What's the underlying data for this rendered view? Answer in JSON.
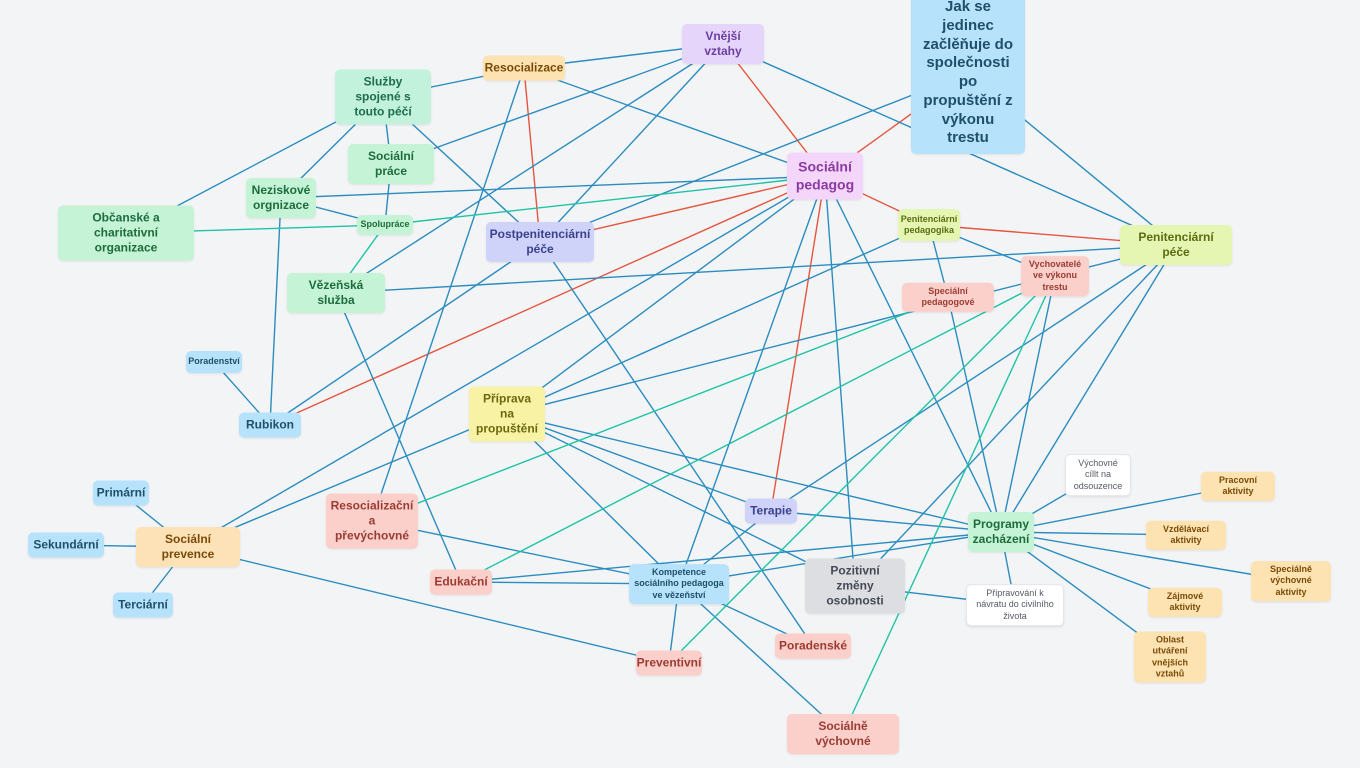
{
  "colors": {
    "edge_blue": "#2b8cbf",
    "edge_red": "#e5553f",
    "edge_teal": "#1fc3a5"
  },
  "nodes": [
    {
      "id": "jak",
      "label": "Jak se jedinec začlěňuje do společnosti po propuštění z výkonu trestu",
      "cls": "c-blue"
    },
    {
      "id": "soc_ped",
      "label": "Sociální pedagog",
      "cls": "c-pink"
    },
    {
      "id": "vnejsi",
      "label": "Vnější vztahy",
      "cls": "c-purple"
    },
    {
      "id": "resoc",
      "label": "Resocializace",
      "cls": "c-orange"
    },
    {
      "id": "sluzby",
      "label": "Služby spojené s touto péčí",
      "cls": "c-mint"
    },
    {
      "id": "soc_prace",
      "label": "Sociální práce",
      "cls": "c-green"
    },
    {
      "id": "nezisk",
      "label": "Neziskové orgnizace",
      "cls": "c-green"
    },
    {
      "id": "spoluprace",
      "label": "Spolupráce",
      "cls": "c-green"
    },
    {
      "id": "obcanske",
      "label": "Občanské a charitativní organizace",
      "cls": "c-green"
    },
    {
      "id": "postpen",
      "label": "Postpenitenciární péče",
      "cls": "c-lav"
    },
    {
      "id": "vezenska",
      "label": "Vězeňská služba",
      "cls": "c-green"
    },
    {
      "id": "pen_ped",
      "label": "Penitenciární pedagogika",
      "cls": "c-lime"
    },
    {
      "id": "pen_pece",
      "label": "Penitenciární péče",
      "cls": "c-lime"
    },
    {
      "id": "vychovatele",
      "label": "Vychovatelé ve výkonu trestu",
      "cls": "c-salmon"
    },
    {
      "id": "spec_ped",
      "label": "Speciální pedagogové",
      "cls": "c-salmon"
    },
    {
      "id": "poradenstvi",
      "label": "Poradenství",
      "cls": "c-blue"
    },
    {
      "id": "rubikon",
      "label": "Rubikon",
      "cls": "c-blue"
    },
    {
      "id": "priprava",
      "label": "Příprava na propuštění",
      "cls": "c-yellow"
    },
    {
      "id": "primarni",
      "label": "Primární",
      "cls": "c-blue"
    },
    {
      "id": "sekundarni",
      "label": "Sekundární",
      "cls": "c-blue"
    },
    {
      "id": "terciarni",
      "label": "Terciární",
      "cls": "c-blue"
    },
    {
      "id": "soc_prev",
      "label": "Sociální prevence",
      "cls": "c-peach"
    },
    {
      "id": "resoc_prev",
      "label": "Resocializační a převýchovné",
      "cls": "c-salmon"
    },
    {
      "id": "edukacni",
      "label": "Edukační",
      "cls": "c-salmon"
    },
    {
      "id": "terapie",
      "label": "Terapie",
      "cls": "c-lav"
    },
    {
      "id": "kompetence",
      "label": "Kompetence sociálního pedagoga ve vězeňství",
      "cls": "c-blue"
    },
    {
      "id": "pozitivni",
      "label": "Pozitivní změny osobnosti",
      "cls": "c-grey"
    },
    {
      "id": "poradenske",
      "label": "Poradenské",
      "cls": "c-salmon"
    },
    {
      "id": "preventivni",
      "label": "Preventivní",
      "cls": "c-salmon"
    },
    {
      "id": "soc_vych",
      "label": "Sociálně výchovné",
      "cls": "c-salmon"
    },
    {
      "id": "programy",
      "label": "Programy zacházení",
      "cls": "c-green"
    },
    {
      "id": "vych_cile",
      "label": "Výchovné cíllt na odsouzence",
      "cls": "c-white"
    },
    {
      "id": "pripravovani",
      "label": "Připravování k návratu do civilního života",
      "cls": "c-white"
    },
    {
      "id": "pracovni",
      "label": "Pracovní aktivity",
      "cls": "c-orange"
    },
    {
      "id": "vzdelavaci",
      "label": "Vzdělávací aktivity",
      "cls": "c-orange"
    },
    {
      "id": "specialne",
      "label": "Speciálně výchovné aktivity",
      "cls": "c-orange"
    },
    {
      "id": "zajmove",
      "label": "Zájmové aktivity",
      "cls": "c-orange"
    },
    {
      "id": "oblast",
      "label": "Oblast utváření vnějších vztahů",
      "cls": "c-orange"
    }
  ],
  "edges": [
    {
      "from": "jak",
      "to": "soc_ped",
      "color": "red"
    },
    {
      "from": "soc_ped",
      "to": "vnejsi",
      "color": "red"
    },
    {
      "from": "soc_ped",
      "to": "pen_ped",
      "color": "red"
    },
    {
      "from": "soc_ped",
      "to": "postpen",
      "color": "red"
    },
    {
      "from": "soc_ped",
      "to": "rubikon",
      "color": "red"
    },
    {
      "from": "soc_ped",
      "to": "terapie",
      "color": "red"
    },
    {
      "from": "resoc",
      "to": "postpen",
      "color": "red"
    },
    {
      "from": "pen_ped",
      "to": "pen_pece",
      "color": "red"
    },
    {
      "from": "jak",
      "to": "postpen",
      "color": "blue"
    },
    {
      "from": "jak",
      "to": "pen_pece",
      "color": "blue"
    },
    {
      "from": "vnejsi",
      "to": "resoc",
      "color": "blue"
    },
    {
      "from": "vnejsi",
      "to": "soc_prace",
      "color": "blue"
    },
    {
      "from": "vnejsi",
      "to": "postpen",
      "color": "blue"
    },
    {
      "from": "vnejsi",
      "to": "vezenska",
      "color": "blue"
    },
    {
      "from": "vnejsi",
      "to": "pen_pece",
      "color": "blue"
    },
    {
      "from": "resoc",
      "to": "sluzby",
      "color": "blue"
    },
    {
      "from": "resoc",
      "to": "soc_ped",
      "color": "blue"
    },
    {
      "from": "resoc",
      "to": "resoc_prev",
      "color": "blue"
    },
    {
      "from": "sluzby",
      "to": "obcanske",
      "color": "blue"
    },
    {
      "from": "sluzby",
      "to": "nezisk",
      "color": "blue"
    },
    {
      "from": "sluzby",
      "to": "soc_prace",
      "color": "blue"
    },
    {
      "from": "sluzby",
      "to": "postpen",
      "color": "blue"
    },
    {
      "from": "soc_prace",
      "to": "spoluprace",
      "color": "blue"
    },
    {
      "from": "nezisk",
      "to": "spoluprace",
      "color": "blue"
    },
    {
      "from": "nezisk",
      "to": "rubikon",
      "color": "blue"
    },
    {
      "from": "nezisk",
      "to": "soc_ped",
      "color": "blue"
    },
    {
      "from": "vezenska",
      "to": "pen_pece",
      "color": "blue"
    },
    {
      "from": "vezenska",
      "to": "edukacni",
      "color": "blue"
    },
    {
      "from": "postpen",
      "to": "poradenske",
      "color": "blue"
    },
    {
      "from": "poradenstvi",
      "to": "rubikon",
      "color": "blue"
    },
    {
      "from": "rubikon",
      "to": "postpen",
      "color": "blue"
    },
    {
      "from": "soc_ped",
      "to": "soc_prev",
      "color": "blue"
    },
    {
      "from": "soc_ped",
      "to": "priprava",
      "color": "blue"
    },
    {
      "from": "soc_ped",
      "to": "kompetence",
      "color": "blue"
    },
    {
      "from": "soc_ped",
      "to": "pozitivni",
      "color": "blue"
    },
    {
      "from": "soc_ped",
      "to": "programy",
      "color": "blue"
    },
    {
      "from": "pen_ped",
      "to": "vychovatele",
      "color": "blue"
    },
    {
      "from": "pen_ped",
      "to": "spec_ped",
      "color": "blue"
    },
    {
      "from": "pen_ped",
      "to": "priprava",
      "color": "blue"
    },
    {
      "from": "pen_pece",
      "to": "priprava",
      "color": "blue"
    },
    {
      "from": "pen_pece",
      "to": "programy",
      "color": "blue"
    },
    {
      "from": "pen_pece",
      "to": "terapie",
      "color": "blue"
    },
    {
      "from": "pen_pece",
      "to": "pozitivni",
      "color": "blue"
    },
    {
      "from": "spec_ped",
      "to": "programy",
      "color": "blue"
    },
    {
      "from": "vychovatele",
      "to": "programy",
      "color": "blue"
    },
    {
      "from": "priprava",
      "to": "soc_prev",
      "color": "blue"
    },
    {
      "from": "priprava",
      "to": "terapie",
      "color": "blue"
    },
    {
      "from": "priprava",
      "to": "kompetence",
      "color": "blue"
    },
    {
      "from": "priprava",
      "to": "pozitivni",
      "color": "blue"
    },
    {
      "from": "priprava",
      "to": "programy",
      "color": "blue"
    },
    {
      "from": "primarni",
      "to": "soc_prev",
      "color": "blue"
    },
    {
      "from": "sekundarni",
      "to": "soc_prev",
      "color": "blue"
    },
    {
      "from": "terciarni",
      "to": "soc_prev",
      "color": "blue"
    },
    {
      "from": "soc_prev",
      "to": "preventivni",
      "color": "blue"
    },
    {
      "from": "resoc_prev",
      "to": "kompetence",
      "color": "blue"
    },
    {
      "from": "edukacni",
      "to": "kompetence",
      "color": "blue"
    },
    {
      "from": "edukacni",
      "to": "programy",
      "color": "blue"
    },
    {
      "from": "terapie",
      "to": "kompetence",
      "color": "blue"
    },
    {
      "from": "terapie",
      "to": "programy",
      "color": "blue"
    },
    {
      "from": "kompetence",
      "to": "poradenske",
      "color": "blue"
    },
    {
      "from": "kompetence",
      "to": "preventivni",
      "color": "blue"
    },
    {
      "from": "kompetence",
      "to": "soc_vych",
      "color": "blue"
    },
    {
      "from": "kompetence",
      "to": "programy",
      "color": "blue"
    },
    {
      "from": "pozitivni",
      "to": "pripravovani",
      "color": "blue"
    },
    {
      "from": "programy",
      "to": "vych_cile",
      "color": "blue"
    },
    {
      "from": "programy",
      "to": "pripravovani",
      "color": "blue"
    },
    {
      "from": "programy",
      "to": "pracovni",
      "color": "blue"
    },
    {
      "from": "programy",
      "to": "vzdelavaci",
      "color": "blue"
    },
    {
      "from": "programy",
      "to": "specialne",
      "color": "blue"
    },
    {
      "from": "programy",
      "to": "zajmove",
      "color": "blue"
    },
    {
      "from": "programy",
      "to": "oblast",
      "color": "blue"
    },
    {
      "from": "obcanske",
      "to": "spoluprace",
      "color": "teal"
    },
    {
      "from": "spoluprace",
      "to": "soc_ped",
      "color": "teal"
    },
    {
      "from": "spoluprace",
      "to": "vezenska",
      "color": "teal"
    },
    {
      "from": "spec_ped",
      "to": "resoc_prev",
      "color": "teal"
    },
    {
      "from": "vychovatele",
      "to": "edukacni",
      "color": "teal"
    },
    {
      "from": "vychovatele",
      "to": "soc_vych",
      "color": "teal"
    },
    {
      "from": "vychovatele",
      "to": "preventivni",
      "color": "teal"
    }
  ]
}
